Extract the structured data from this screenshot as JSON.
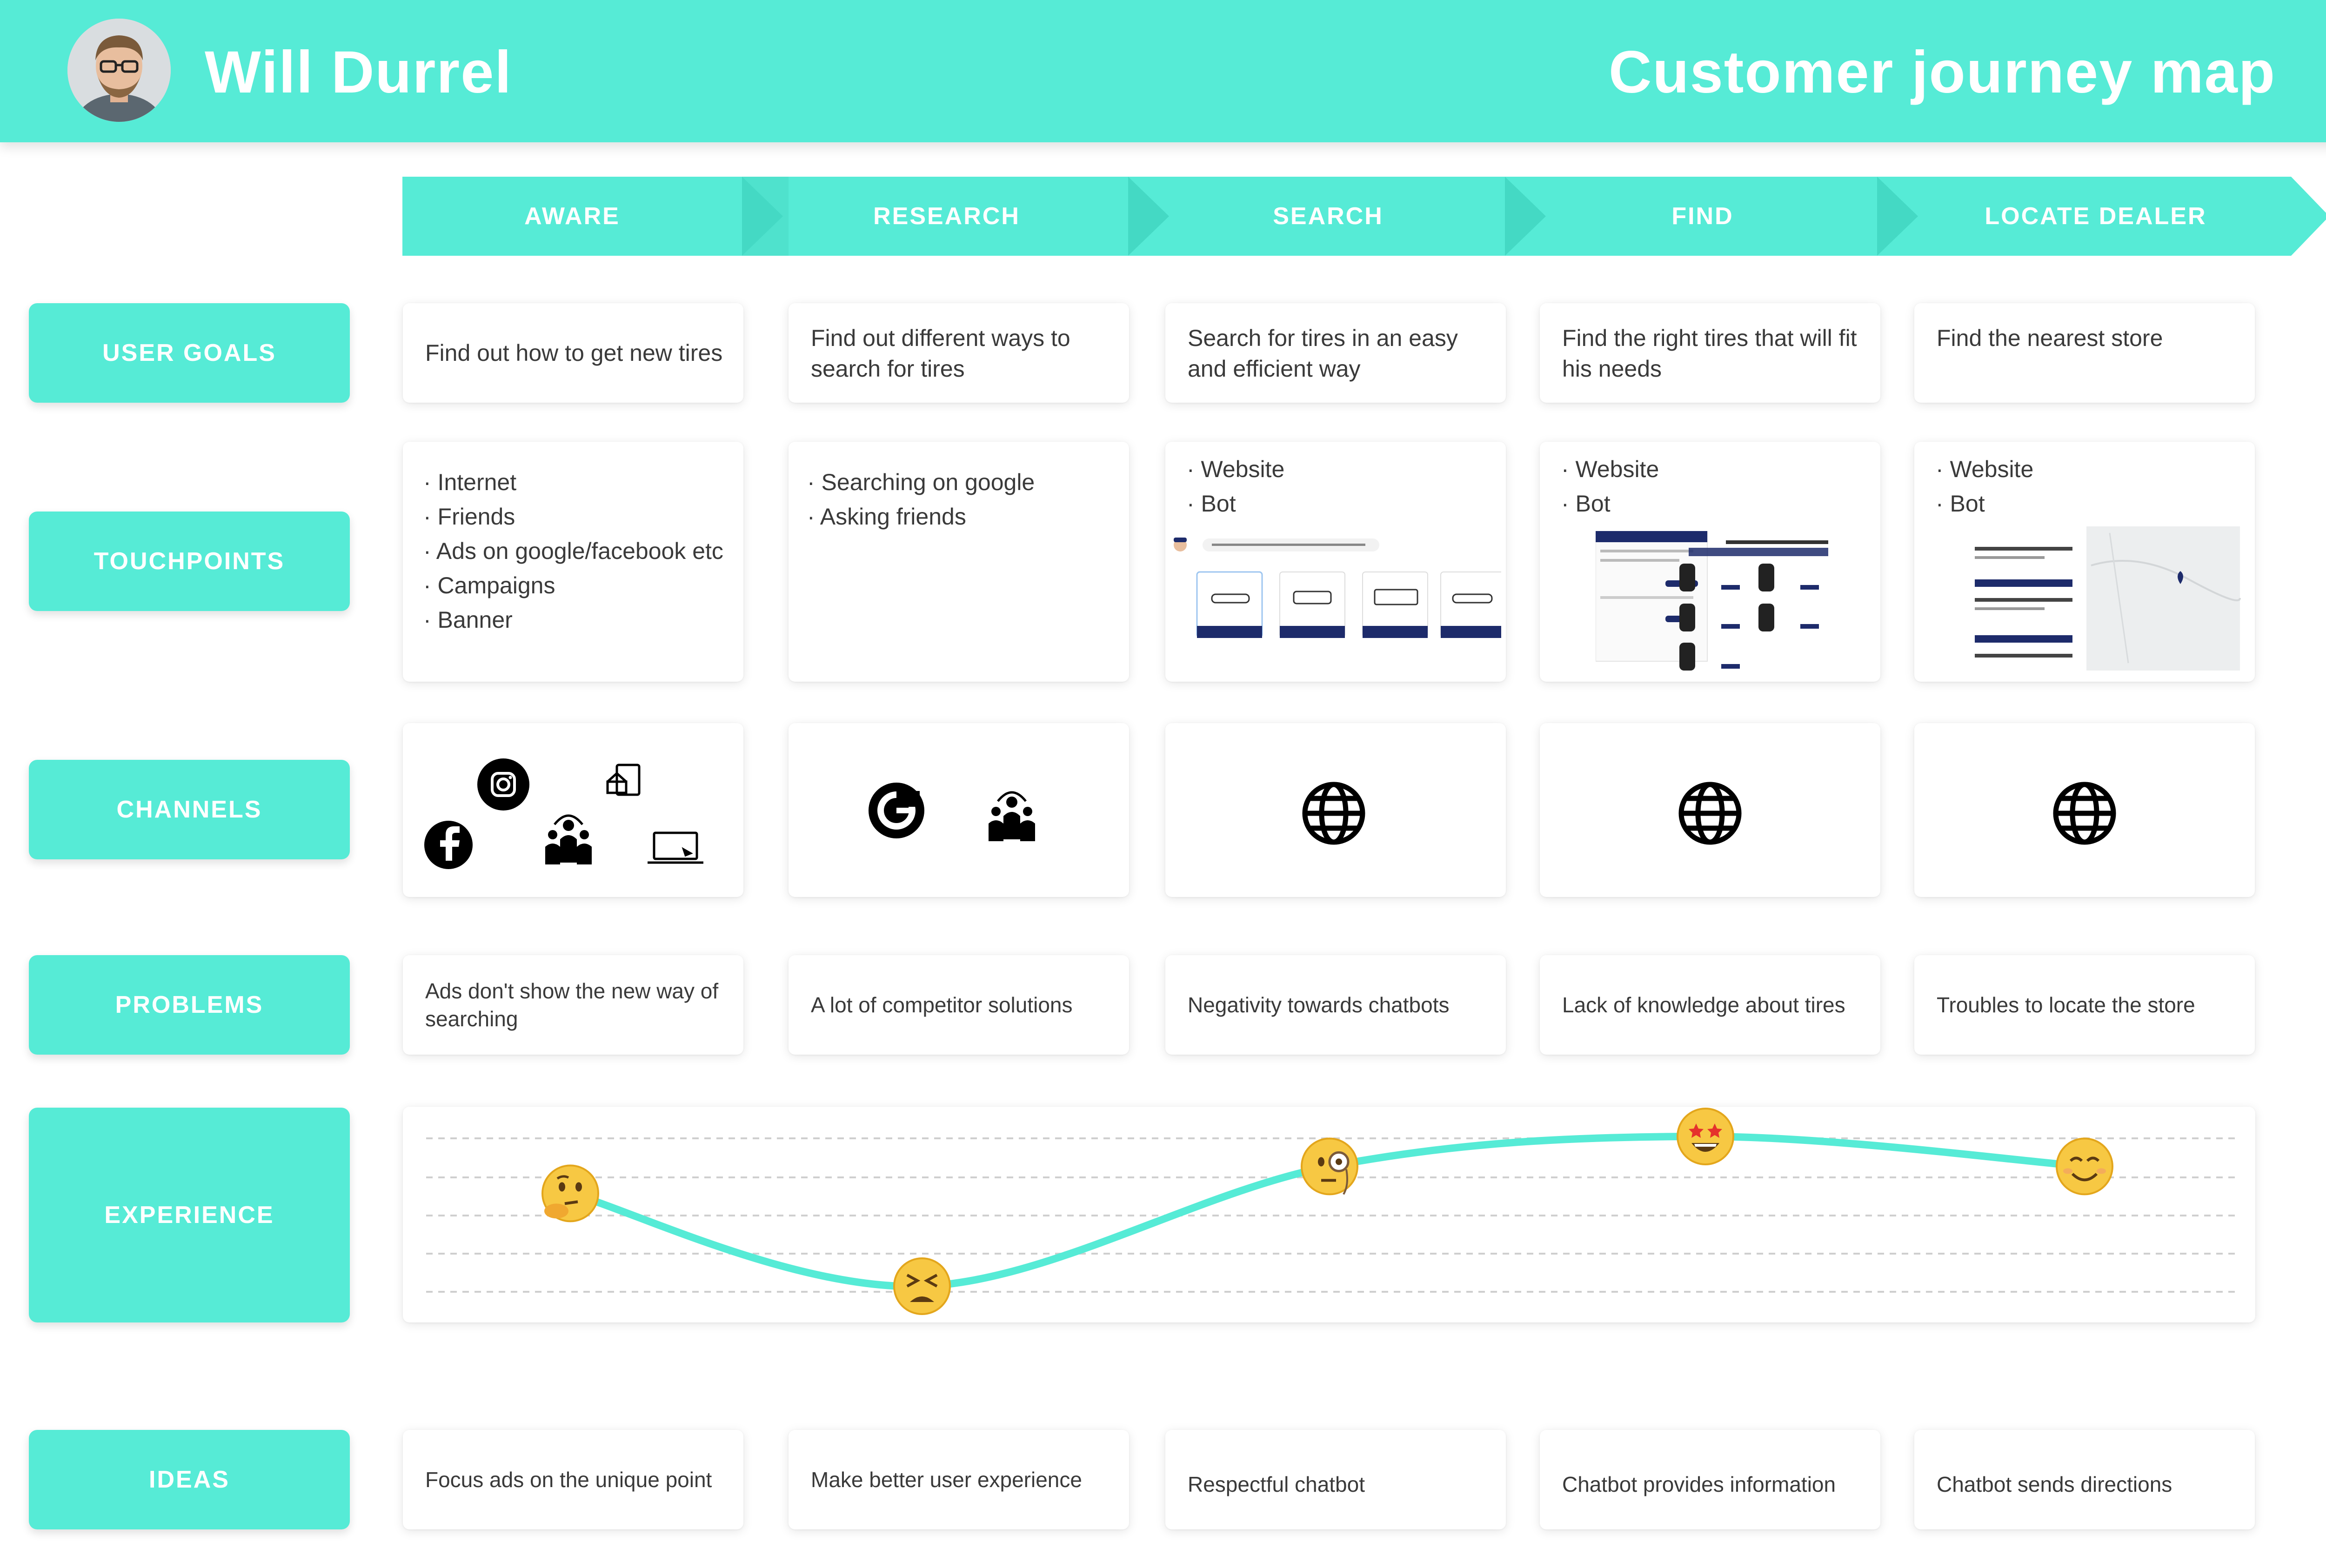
{
  "header": {
    "persona_name": "Will Durrel",
    "map_title": "Customer journey map"
  },
  "stages": [
    "AWARE",
    "RESEARCH",
    "SEARCH",
    "FIND",
    "LOCATE DEALER"
  ],
  "rows": {
    "user_goals": "USER GOALS",
    "touchpoints": "TOUCHPOINTS",
    "channels": "CHANNELS",
    "problems": "PROBLEMS",
    "experience": "EXPERIENCE",
    "ideas": "IDEAS"
  },
  "user_goals": [
    "Find out how to get new tires",
    "Find out different ways to search for tires",
    "Search for tires in an easy and efficient way",
    "Find the right tires that will fit his needs",
    "Find the nearest store"
  ],
  "touchpoints": [
    [
      "Internet",
      "Friends",
      "Ads on google/facebook etc",
      "Campaigns",
      "Banner"
    ],
    [
      "Searching on google",
      "Asking friends"
    ],
    [
      "Website",
      "Bot"
    ],
    [
      "Website",
      "Bot"
    ],
    [
      "Website",
      "Bot"
    ]
  ],
  "channels": [
    [
      "instagram-icon",
      "tablet-icon",
      "facebook-icon",
      "people-icon",
      "laptop-icon"
    ],
    [
      "google-icon",
      "people-icon"
    ],
    [
      "globe-icon"
    ],
    [
      "globe-icon"
    ],
    [
      "globe-icon"
    ]
  ],
  "problems": [
    "Ads don't show the new way of searching",
    "A lot of competitor solutions",
    "Negativity towards chatbots",
    "Lack of knowledge about tires",
    "Troubles to locate the store"
  ],
  "experience": {
    "levels": [
      0.62,
      0.0,
      0.8,
      1.0,
      0.8
    ],
    "emojis": [
      "thinking-face-icon",
      "tired-face-icon",
      "monocle-face-icon",
      "star-struck-icon",
      "smiling-face-icon"
    ],
    "line_color": "#56ebd6"
  },
  "ideas": [
    "Focus ads on the unique point",
    "Make better user experience",
    "Respectful chatbot",
    "Chatbot provides information",
    "Chatbot sends directions"
  ],
  "colors": {
    "accent": "#56ebd6",
    "text": "#3a3a3a",
    "navy": "#1d2b6b"
  }
}
